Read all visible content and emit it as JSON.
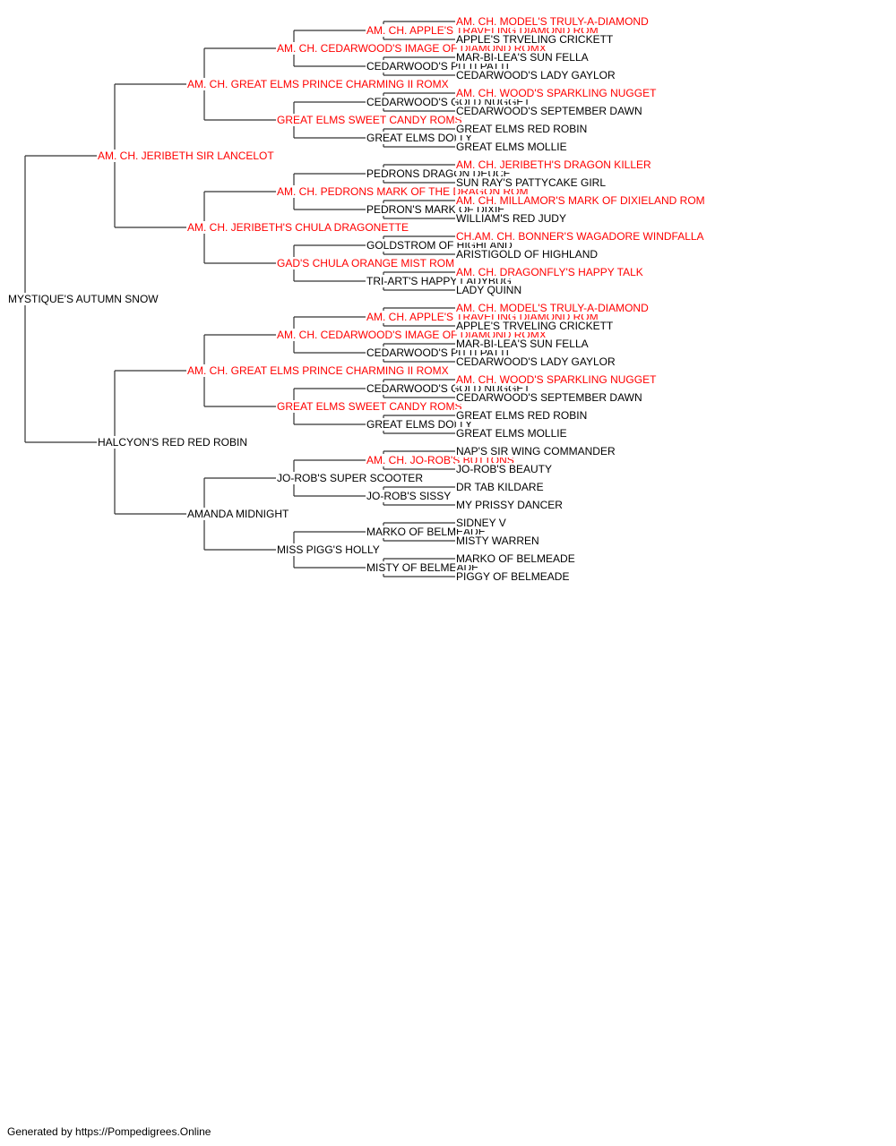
{
  "colors": {
    "champion": "#ff0000",
    "normal": "#000000",
    "line": "#333333"
  },
  "footer": "Generated by https://Pompedigrees.Online",
  "pedigree": {
    "name": "MYSTIQUE'S AUTUMN SNOW",
    "champion": false,
    "sire": {
      "name": "AM. CH. JERIBETH SIR LANCELOT",
      "champion": true,
      "sire": {
        "name": "AM. CH. GREAT ELMS PRINCE CHARMING II ROMX",
        "champion": true,
        "sire": {
          "name": "AM. CH. CEDARWOOD'S IMAGE OF DIAMOND ROMX",
          "champion": true,
          "sire": {
            "name": "AM. CH. APPLE'S TRAVELING DIAMOND ROM",
            "champion": true,
            "sire": {
              "name": "AM. CH. MODEL'S TRULY-A-DIAMOND",
              "champion": true
            },
            "dam": {
              "name": "APPLE'S TRVELING CRICKETT",
              "champion": false
            }
          },
          "dam": {
            "name": "CEDARWOOD'S PITTI PATTI",
            "champion": false,
            "sire": {
              "name": "MAR-BI-LEA'S SUN FELLA",
              "champion": false
            },
            "dam": {
              "name": "CEDARWOOD'S LADY GAYLOR",
              "champion": false
            }
          }
        },
        "dam": {
          "name": "GREAT ELMS SWEET CANDY ROMS",
          "champion": true,
          "sire": {
            "name": "CEDARWOOD'S GOLD NUGGET",
            "champion": false,
            "sire": {
              "name": "AM. CH. WOOD'S SPARKLING NUGGET",
              "champion": true
            },
            "dam": {
              "name": "CEDARWOOD'S SEPTEMBER DAWN",
              "champion": false
            }
          },
          "dam": {
            "name": "GREAT ELMS DOLLY",
            "champion": false,
            "sire": {
              "name": "GREAT ELMS RED ROBIN",
              "champion": false
            },
            "dam": {
              "name": "GREAT ELMS MOLLIE",
              "champion": false
            }
          }
        }
      },
      "dam": {
        "name": "AM. CH. JERIBETH'S CHULA DRAGONETTE",
        "champion": true,
        "sire": {
          "name": "AM. CH. PEDRONS MARK OF THE DRAGON ROM",
          "champion": true,
          "sire": {
            "name": "PEDRONS DRAGON DEUCE",
            "champion": false,
            "sire": {
              "name": "AM. CH. JERIBETH'S DRAGON KILLER",
              "champion": true
            },
            "dam": {
              "name": "SUN RAY'S PATTYCAKE GIRL",
              "champion": false
            }
          },
          "dam": {
            "name": "PEDRON'S MARK OF DIXIE",
            "champion": false,
            "sire": {
              "name": "AM. CH. MILLAMOR'S MARK OF DIXIELAND ROM",
              "champion": true
            },
            "dam": {
              "name": "WILLIAM'S RED JUDY",
              "champion": false
            }
          }
        },
        "dam": {
          "name": "GAD'S CHULA ORANGE MIST ROM",
          "champion": true,
          "sire": {
            "name": "GOLDSTROM OF HIGHLAND",
            "champion": false,
            "sire": {
              "name": "CH.AM. CH. BONNER'S WAGADORE WINDFALLA",
              "champion": true
            },
            "dam": {
              "name": "ARISTIGOLD OF HIGHLAND",
              "champion": false
            }
          },
          "dam": {
            "name": "TRI-ART'S HAPPY LADYBUG",
            "champion": false,
            "sire": {
              "name": "AM. CH. DRAGONFLY'S HAPPY TALK",
              "champion": true
            },
            "dam": {
              "name": "LADY QUINN",
              "champion": false
            }
          }
        }
      }
    },
    "dam": {
      "name": "HALCYON'S RED RED ROBIN",
      "champion": false,
      "sire": {
        "name": "AM. CH. GREAT ELMS PRINCE CHARMING II ROMX",
        "champion": true,
        "sire": {
          "name": "AM. CH. CEDARWOOD'S IMAGE OF DIAMOND ROMX",
          "champion": true,
          "sire": {
            "name": "AM. CH. APPLE'S TRAVELING DIAMOND ROM",
            "champion": true,
            "sire": {
              "name": "AM. CH. MODEL'S TRULY-A-DIAMOND",
              "champion": true
            },
            "dam": {
              "name": "APPLE'S TRVELING CRICKETT",
              "champion": false
            }
          },
          "dam": {
            "name": "CEDARWOOD'S PITTI PATTI",
            "champion": false,
            "sire": {
              "name": "MAR-BI-LEA'S SUN FELLA",
              "champion": false
            },
            "dam": {
              "name": "CEDARWOOD'S LADY GAYLOR",
              "champion": false
            }
          }
        },
        "dam": {
          "name": "GREAT ELMS SWEET CANDY ROMS",
          "champion": true,
          "sire": {
            "name": "CEDARWOOD'S GOLD NUGGET",
            "champion": false,
            "sire": {
              "name": "AM. CH. WOOD'S SPARKLING NUGGET",
              "champion": true
            },
            "dam": {
              "name": "CEDARWOOD'S SEPTEMBER DAWN",
              "champion": false
            }
          },
          "dam": {
            "name": "GREAT ELMS DOLLY",
            "champion": false,
            "sire": {
              "name": "GREAT ELMS RED ROBIN",
              "champion": false
            },
            "dam": {
              "name": "GREAT ELMS MOLLIE",
              "champion": false
            }
          }
        }
      },
      "dam": {
        "name": "AMANDA MIDNIGHT",
        "champion": false,
        "sire": {
          "name": "JO-ROB'S SUPER SCOOTER",
          "champion": false,
          "sire": {
            "name": "AM. CH. JO-ROB'S BUTTONS",
            "champion": true,
            "sire": {
              "name": "NAP'S SIR WING COMMANDER",
              "champion": false
            },
            "dam": {
              "name": "JO-ROB'S BEAUTY",
              "champion": false
            }
          },
          "dam": {
            "name": "JO-ROB'S SISSY",
            "champion": false,
            "sire": {
              "name": "DR TAB KILDARE",
              "champion": false
            },
            "dam": {
              "name": "MY PRISSY DANCER",
              "champion": false
            }
          }
        },
        "dam": {
          "name": "MISS PIGG'S HOLLY",
          "champion": false,
          "sire": {
            "name": "MARKO OF BELMEADE",
            "champion": false,
            "sire": {
              "name": "SIDNEY V",
              "champion": false
            },
            "dam": {
              "name": "MISTY WARREN",
              "champion": false
            }
          },
          "dam": {
            "name": "MISTY OF BELMEADE",
            "champion": false,
            "sire": {
              "name": "MARKO OF BELMEADE",
              "champion": false
            },
            "dam": {
              "name": "PIGGY OF BELMEADE",
              "champion": false
            }
          }
        }
      }
    }
  }
}
